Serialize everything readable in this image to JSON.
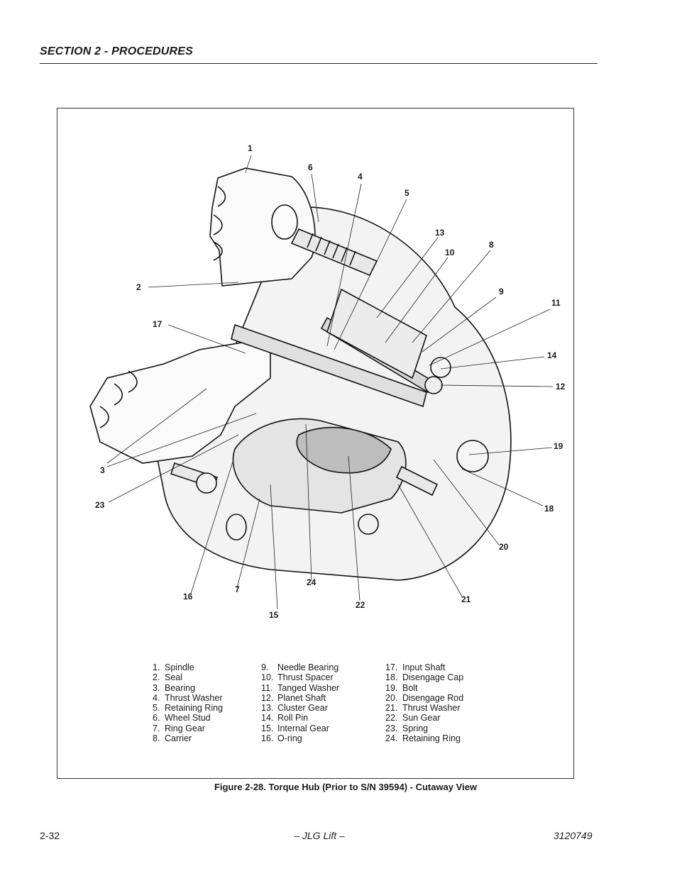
{
  "header": {
    "section_title": "SECTION 2 - PROCEDURES"
  },
  "figure": {
    "caption": "Figure 2-28.  Torque Hub (Prior to S/N 39594) - Cutaway View",
    "callouts": [
      "1",
      "2",
      "3",
      "4",
      "5",
      "6",
      "7",
      "8",
      "9",
      "10",
      "11",
      "12",
      "13",
      "14",
      "15",
      "16",
      "17",
      "18",
      "19",
      "20",
      "21",
      "22",
      "23",
      "24"
    ],
    "legend_columns": [
      [
        {
          "num": "1.",
          "label": "Spindle"
        },
        {
          "num": "2.",
          "label": "Seal"
        },
        {
          "num": "3.",
          "label": "Bearing"
        },
        {
          "num": "4.",
          "label": "Thrust Washer"
        },
        {
          "num": "5.",
          "label": "Retaining Ring"
        },
        {
          "num": "6.",
          "label": "Wheel Stud"
        },
        {
          "num": "7.",
          "label": "Ring Gear"
        },
        {
          "num": "8.",
          "label": "Carrier"
        }
      ],
      [
        {
          "num": "9.",
          "label": "Needle Bearing"
        },
        {
          "num": "10.",
          "label": "Thrust Spacer"
        },
        {
          "num": "11.",
          "label": "Tanged Washer"
        },
        {
          "num": "12.",
          "label": "Planet Shaft"
        },
        {
          "num": "13.",
          "label": "Cluster Gear"
        },
        {
          "num": "14.",
          "label": "Roll Pin"
        },
        {
          "num": "15.",
          "label": "Internal Gear"
        },
        {
          "num": "16.",
          "label": "O-ring"
        }
      ],
      [
        {
          "num": "17.",
          "label": "Input Shaft"
        },
        {
          "num": "18.",
          "label": "Disengage Cap"
        },
        {
          "num": "19.",
          "label": "Bolt"
        },
        {
          "num": "20.",
          "label": "Disengage Rod"
        },
        {
          "num": "21.",
          "label": "Thrust Washer"
        },
        {
          "num": "22.",
          "label": "Sun Gear"
        },
        {
          "num": "23.",
          "label": "Spring"
        },
        {
          "num": "24.",
          "label": "Retaining Ring"
        }
      ]
    ]
  },
  "footer": {
    "page_number": "2-32",
    "center_text": "– JLG Lift –",
    "doc_number": "3120749"
  }
}
